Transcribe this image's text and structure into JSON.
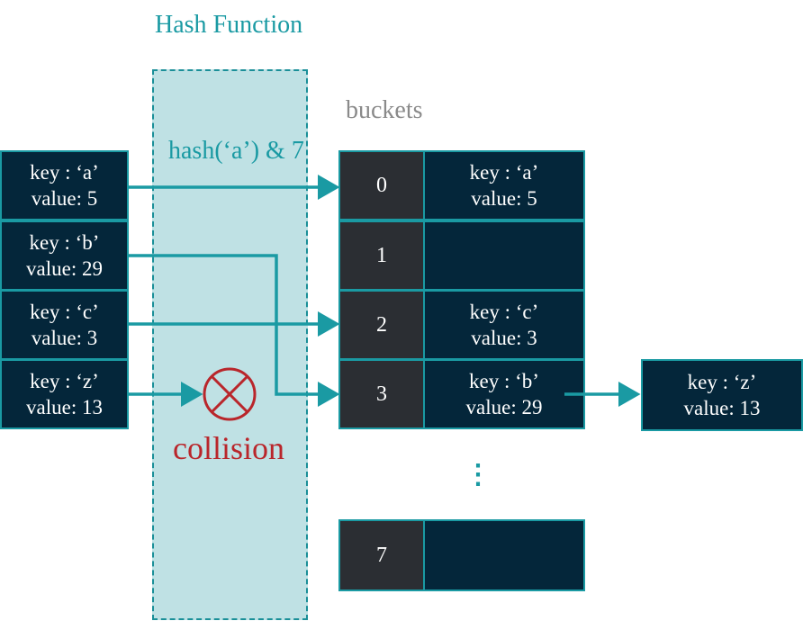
{
  "header": {
    "hash_function": "Hash Function",
    "hash_expression": "hash(‘a’) & 7",
    "buckets": "buckets"
  },
  "inputs": [
    {
      "key": "key : ‘a’",
      "value": "value: 5"
    },
    {
      "key": "key : ‘b’",
      "value": "value: 29"
    },
    {
      "key": "key : ‘c’",
      "value": "value: 3"
    },
    {
      "key": "key : ‘z’",
      "value": "value: 13"
    }
  ],
  "buckets": [
    {
      "index": "0",
      "key": "key : ‘a’",
      "value": "value: 5"
    },
    {
      "index": "1",
      "key": "",
      "value": ""
    },
    {
      "index": "2",
      "key": "key : ‘c’",
      "value": "value: 3"
    },
    {
      "index": "3",
      "key": "key : ‘b’",
      "value": "value: 29"
    },
    {
      "index": "7",
      "key": "",
      "value": ""
    }
  ],
  "chain": {
    "key": "key : ‘z’",
    "value": "value: 13"
  },
  "collision": {
    "label": "collision"
  },
  "ellipsis": "⋮",
  "colors": {
    "teal": "#1a9aa3",
    "navy": "#04263a",
    "index_gray": "#2b2e33",
    "collision_red": "#b9262b",
    "panel": "#bfe1e4"
  }
}
